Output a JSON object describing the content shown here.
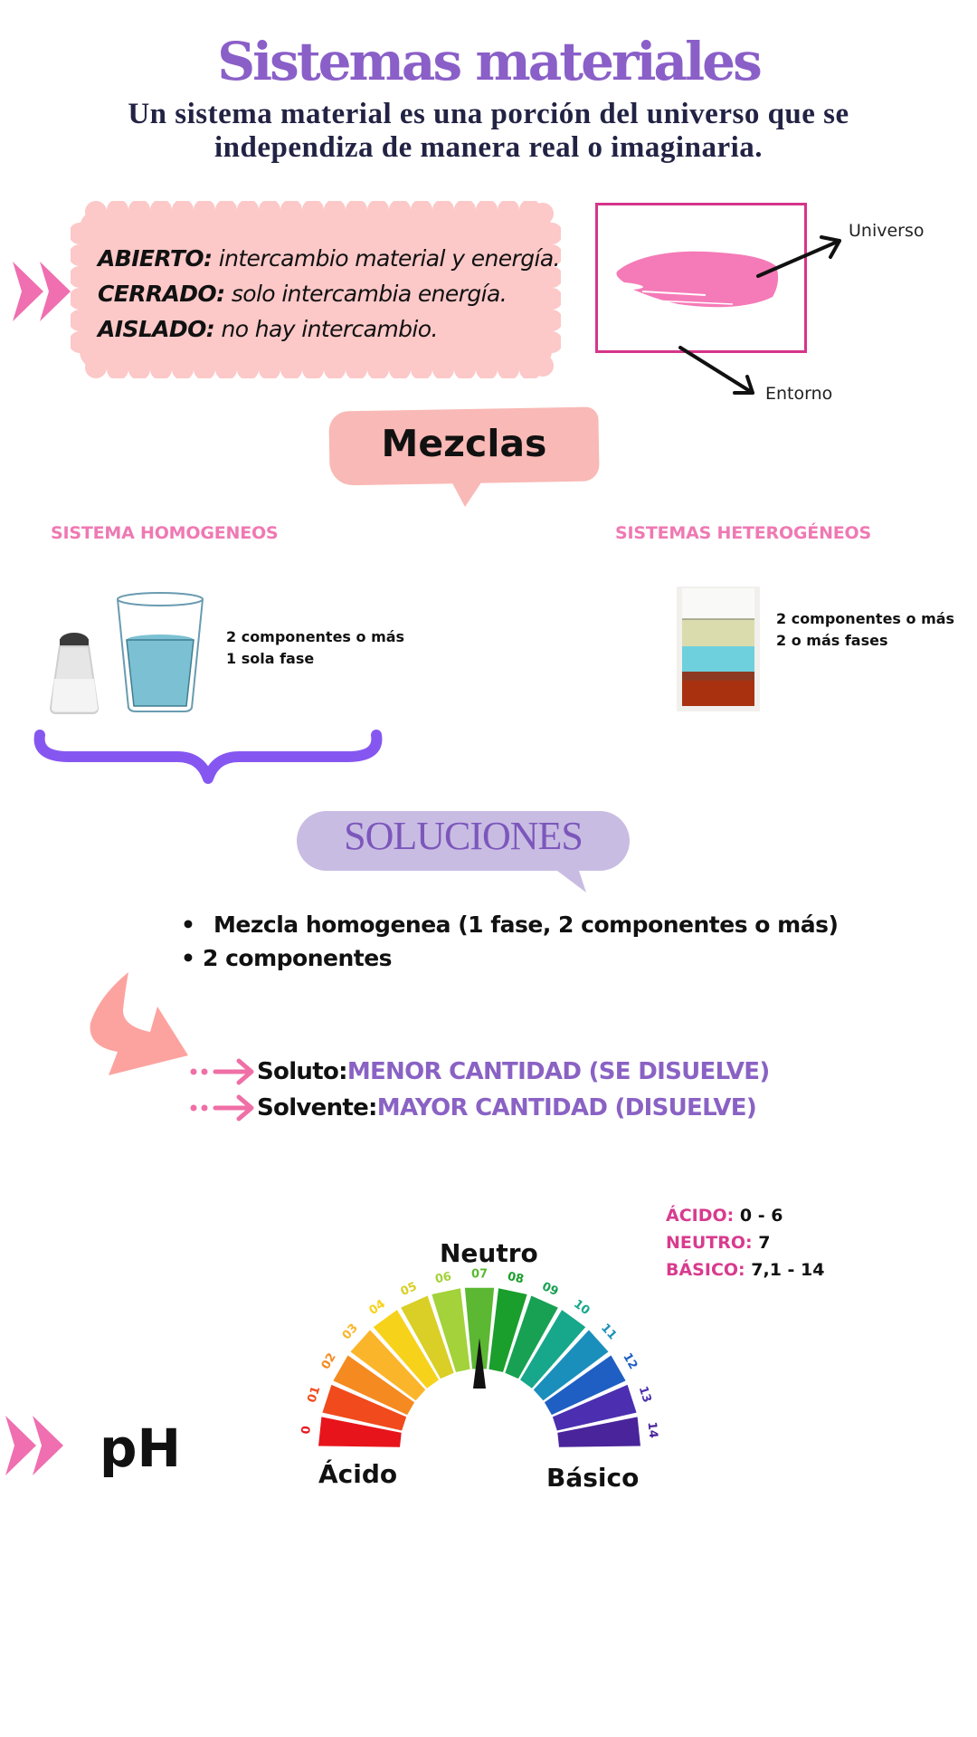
{
  "header": {
    "title": "Sistemas materiales",
    "subtitle_line1": "Un sistema material es una porción del universo que se",
    "subtitle_line2": "independiza  de manera real o imaginaria."
  },
  "systems_box": {
    "items": [
      {
        "term": "ABIERTO:",
        "desc": " intercambio material y energía."
      },
      {
        "term": "CERRADO:",
        "desc": " solo intercambia energía."
      },
      {
        "term": "AISLADO:",
        "desc": " no hay intercambio."
      }
    ]
  },
  "diagram": {
    "universe_label": "Universo",
    "environment_label": "Entorno"
  },
  "mezclas": {
    "title": "Mezclas",
    "homogeneous": {
      "heading": "SISTEMA HOMOGENEOS",
      "line1": "2 componentes o más",
      "line2": "1 sola fase"
    },
    "heterogeneous": {
      "heading": "SISTEMAS HETEROGÉNEOS",
      "line1": "2 componentes o más",
      "line2": "2 o más fases"
    }
  },
  "soluciones": {
    "title": "SOLUCIONES",
    "bullets": [
      "Mezcla homogenea (1 fase, 2 componentes o más)",
      "2 componentes"
    ],
    "definitions": [
      {
        "term": "Soluto:",
        "value": "MENOR CANTIDAD (SE DISUELVE)"
      },
      {
        "term": "Solvente:",
        "value": "MAYOR CANTIDAD (DISUELVE)"
      }
    ]
  },
  "ph": {
    "title": "pH",
    "legend": [
      {
        "key": "ÁCIDO:",
        "value": " 0 - 6"
      },
      {
        "key": "NEUTRO:",
        "value": " 7"
      },
      {
        "key": "BÁSICO:",
        "value": " 7,1 - 14"
      }
    ],
    "gauge": {
      "neutral_label": "Neutro",
      "acid_label": "Ácido",
      "basic_label": "Básico",
      "ticks": [
        "0",
        "01",
        "02",
        "03",
        "04",
        "05",
        "06",
        "07",
        "08",
        "09",
        "10",
        "11",
        "12",
        "13",
        "14"
      ],
      "colors": [
        "#e8141b",
        "#f04a1d",
        "#f58a20",
        "#fbb52a",
        "#f7d21b",
        "#d9cf26",
        "#a3d23a",
        "#5cb833",
        "#1a9e2c",
        "#18a153",
        "#17a78a",
        "#1a8fbb",
        "#1f5fc4",
        "#4b2fb0",
        "#4a249a"
      ]
    }
  },
  "colors": {
    "title_purple": "#8a5fc8",
    "pink_accent": "#ef6fb0",
    "cloud_pink": "#fcc8c8",
    "magenta": "#d6358a",
    "lavender": "#c9bce3",
    "brace_purple": "#8657f0"
  }
}
